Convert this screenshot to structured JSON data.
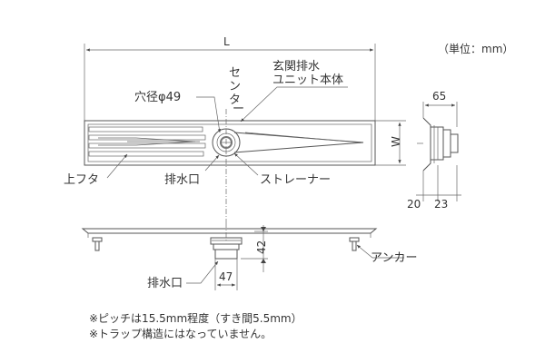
{
  "unit_note": "（単位：mm）",
  "dimensions": {
    "length": "L",
    "width": "W",
    "side_width": "65",
    "side_left": "20",
    "side_right": "23",
    "height": "42",
    "outlet_width": "47"
  },
  "labels": {
    "center": "センター",
    "unit_body_line1": "玄関排水",
    "unit_body_line2": "ユニット本体",
    "hole_diameter": "穴径φ49",
    "top_cover": "上フタ",
    "drain_port_top": "排水口",
    "strainer": "ストレーナー",
    "anchor": "アンカー",
    "drain_port_bottom": "排水口"
  },
  "notes": [
    "※ピッチは15.5mm程度（すき間5.5mm）",
    "※トラップ構造にはなっていません。"
  ]
}
